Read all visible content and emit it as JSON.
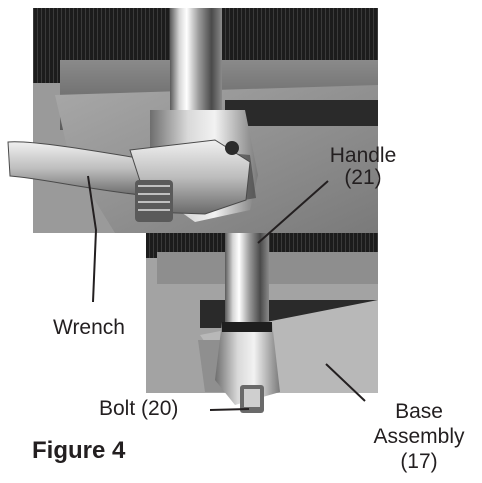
{
  "figure": {
    "title": "Figure 4",
    "labels": {
      "wrench": "Wrench",
      "handle_name": "Handle",
      "handle_num": "(21)",
      "bolt": "Bolt (20)",
      "base_line1": "Base",
      "base_line2": "Assembly",
      "base_num": "(17)"
    }
  },
  "photos": [
    {
      "name": "top-photo-wrench-on-handle-clamp",
      "palette": "grayscale"
    },
    {
      "name": "bottom-photo-handle-in-base-assembly",
      "palette": "grayscale"
    }
  ]
}
